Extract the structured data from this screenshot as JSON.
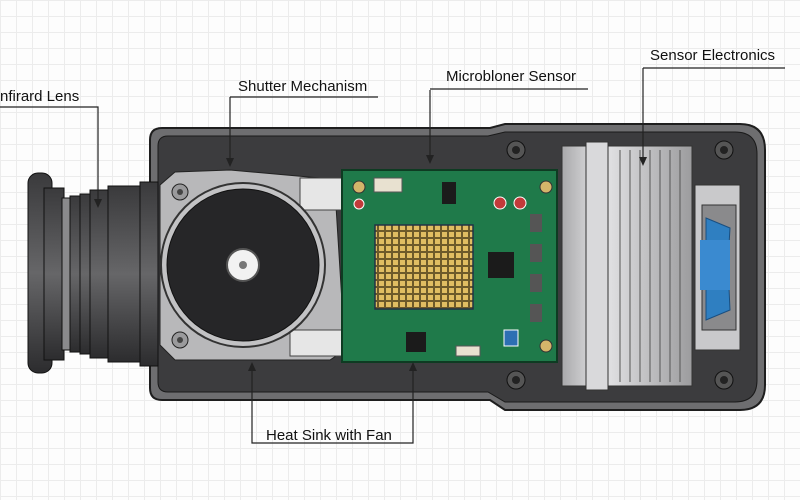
{
  "diagram": {
    "labels": {
      "lens": "nfirard Lens",
      "shutter": "Shutter Mechanism",
      "sensor": "Microbloner Sensor",
      "electronics": "Sensor Electronics",
      "heatsink": "Heat Sink with Fan"
    },
    "colors": {
      "housing_outer": "#6e6e70",
      "housing_inner": "#3c3c3e",
      "pcb": "#1f7a4a",
      "sensor_grid": "#d8b35a",
      "fan": "#2f7fc1",
      "heatsink": "#c9c9cb"
    }
  }
}
